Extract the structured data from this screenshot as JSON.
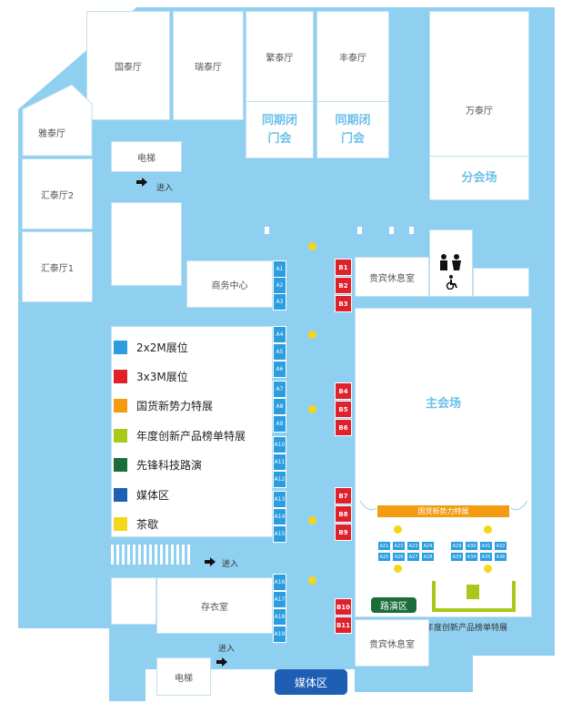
{
  "colors": {
    "floor": "#8fd0f1",
    "booth_2x2": "#2b9de0",
    "booth_3x3": "#e0202a",
    "domestic_new_power": "#f39c12",
    "annual_innovation": "#a8c81a",
    "pioneer_roadshow": "#1b6e3a",
    "media": "#1e5fb4",
    "tea_break": "#f4d61a"
  },
  "rooms": {
    "guotai": "国泰厅",
    "ruitai": "瑞泰厅",
    "fantai": "繁泰厅",
    "fengtai": "丰泰厅",
    "wantai": "万泰厅",
    "yatai": "雅泰厅",
    "huitai2": "汇泰厅2",
    "huitai1": "汇泰厅1",
    "elevator_top": "电梯",
    "elevator_bottom": "电梯",
    "business_center": "商务中心",
    "vip_lounge_top": "贵宾休息室",
    "vip_lounge_bottom": "贵宾休息室",
    "cloakroom": "存衣室",
    "closed_meeting_1": "同期闭门会",
    "closed_meeting_2": "同期闭门会",
    "sub_venue": "分会场",
    "main_venue": "主会场",
    "media_area": "媒体区",
    "roadshow": "路演区",
    "domestic_exhibit": "国货新势力特展",
    "annual_exhibit": "年度创新产品榜单特展"
  },
  "entrances": [
    "进入",
    "进入",
    "进入"
  ],
  "booths_2x2": [
    "A1",
    "A2",
    "A3",
    "A4",
    "A5",
    "A6",
    "A7",
    "A8",
    "A9",
    "A10",
    "A11",
    "A12",
    "A13",
    "A14",
    "A15",
    "A16",
    "A17",
    "A18",
    "A19"
  ],
  "booths_3x3": [
    "B1",
    "B2",
    "B3",
    "B4",
    "B5",
    "B6",
    "B7",
    "B8",
    "B9",
    "B10",
    "B11"
  ],
  "small_booths": [
    "A21",
    "A22",
    "A23",
    "A24",
    "A25",
    "A26",
    "A27",
    "A28",
    "A29",
    "A30",
    "A31",
    "A32",
    "A33",
    "A34",
    "A35",
    "A36"
  ],
  "legend": [
    {
      "label": "2x2M展位",
      "color": "#2b9de0"
    },
    {
      "label": "3x3M展位",
      "color": "#e0202a"
    },
    {
      "label": "国货新势力特展",
      "color": "#f39c12"
    },
    {
      "label": "年度创新产品榜单特展",
      "color": "#a8c81a"
    },
    {
      "label": "先锋科技路演",
      "color": "#1b6e3a"
    },
    {
      "label": "媒体区",
      "color": "#1e5fb4"
    },
    {
      "label": "茶歇",
      "color": "#f4d61a"
    }
  ]
}
